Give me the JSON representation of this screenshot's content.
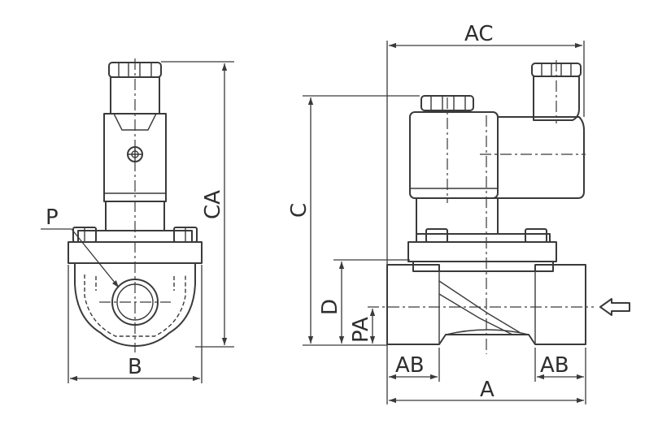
{
  "dimensions": {
    "P": "P",
    "CA": "CA",
    "B": "B",
    "AC": "AC",
    "C": "C",
    "D": "D",
    "PA": "PA",
    "AB_left": "AB",
    "AB_right": "AB",
    "A": "A"
  },
  "symbols": {
    "flow_direction": "flow-arrow-icon"
  },
  "colors": {
    "line": "#3a3a3a",
    "background": "#ffffff"
  }
}
